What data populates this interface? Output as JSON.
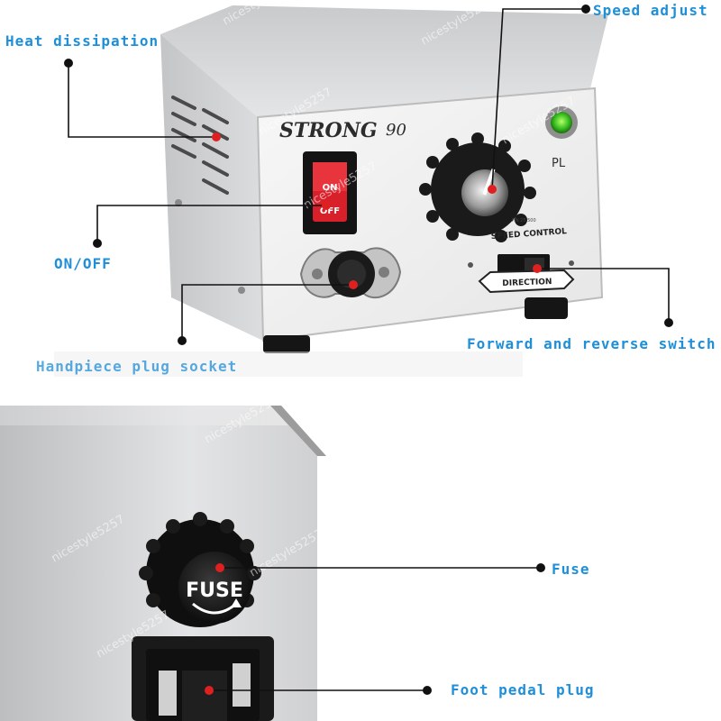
{
  "product": {
    "brand_logo": "STRONG",
    "model_number": "90",
    "power_switch_top": "ON",
    "power_switch_bottom": "OFF",
    "indicator_label": "PL",
    "speed_control_label": "SPEED CONTROL",
    "direction_label": "DIRECTION",
    "fuse_cap_label": "FUSE"
  },
  "callouts": {
    "heat_dissipation": "Heat dissipation",
    "speed_adjust": "Speed adjust",
    "on_off": "ON/OFF",
    "handpiece_socket": "Handpiece plug socket",
    "forward_reverse": "Forward and reverse switch",
    "fuse": "Fuse",
    "foot_pedal_plug": "Foot pedal plug"
  },
  "watermark": "nicestyle5257",
  "colors": {
    "label_blue": "#1e8fd8",
    "marker_red": "#e02020",
    "switch_red": "#d8202a",
    "indicator_green": "#38c020",
    "case_silver": "#d6d7d9",
    "panel_white": "#f2f2f2"
  }
}
